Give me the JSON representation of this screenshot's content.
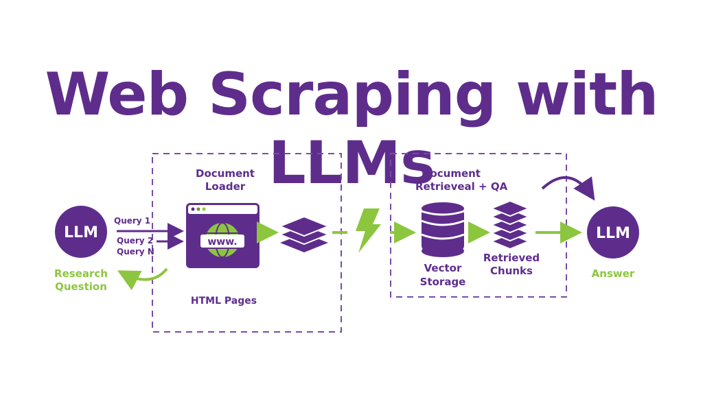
{
  "title": "Web Scraping with LLMs",
  "colors": {
    "purple": "#5e2d8c",
    "green": "#8cc63f",
    "dash": "#7a4aa8"
  },
  "left": {
    "llm_label": "LLM",
    "caption_line1": "Research",
    "caption_line2": "Question",
    "queries": [
      "Query 1",
      "Query 2",
      "Query N"
    ]
  },
  "loader": {
    "title_line1": "Document",
    "title_line2": "Loader",
    "browser_text": "www.",
    "caption": "HTML Pages"
  },
  "retrieval": {
    "title_line1": "Document",
    "title_line2": "Retrieveal + QA",
    "vector_line1": "Vector",
    "vector_line2": "Storage",
    "chunks_line1": "Retrieved",
    "chunks_line2": "Chunks"
  },
  "right": {
    "llm_label": "LLM",
    "caption": "Answer"
  },
  "icons": [
    "llm-circle",
    "browser-globe-icon",
    "layers-icon",
    "lightning-icon",
    "database-icon",
    "stacked-chunks-icon"
  ]
}
